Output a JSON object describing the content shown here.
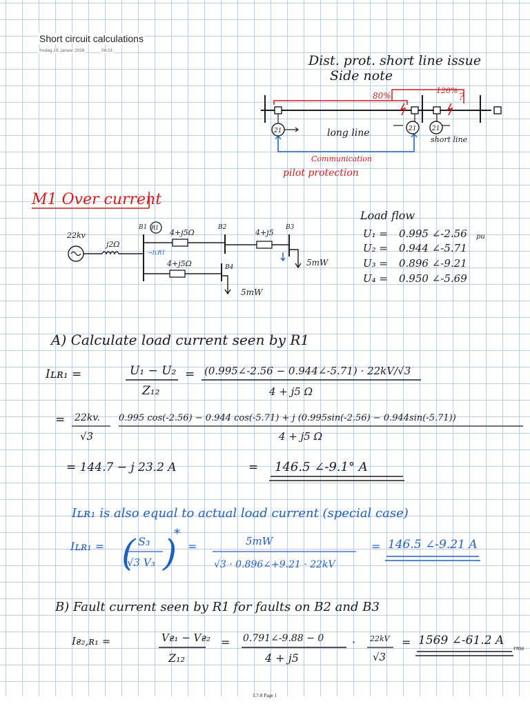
{
  "page": {
    "title": "Short circuit calculations",
    "date": "fredag 19. januar 2018",
    "time": "08.01",
    "footer": "L7-8 Page 1"
  },
  "colors": {
    "ink_black": "#1a1a1a",
    "ink_red": "#d11c1c",
    "ink_blue": "#1f5fc0",
    "grid": "#b9cbe6"
  },
  "side_note": {
    "title_line1": "Dist. prot. short   line   issue",
    "title_line2": "Side note",
    "pct_80": "80%",
    "pct_120": "120%",
    "question": "?",
    "long_line": "long  line",
    "short_line": "short line",
    "relay": "21",
    "comm_line1": "Communication",
    "comm_line2": "pilot  protection"
  },
  "section_m1": {
    "heading": "M1  Over current"
  },
  "circuit": {
    "source_voltage": "22kv",
    "source_impedance": "j2Ω",
    "b1": "B1",
    "relay": "R1",
    "z12": "4+j5Ω",
    "b2": "B2",
    "z23": "4+j5",
    "b3": "B3",
    "current_label": "→IʟR1",
    "z14": "4+j5Ω",
    "b4": "B4",
    "load3": "5mW",
    "load4": "5mW"
  },
  "load_flow": {
    "title": "Load  flow",
    "rows": [
      {
        "name": "U₁ =",
        "value": "0.995  ∠-2.56",
        "unit": "pu"
      },
      {
        "name": "U₂ =",
        "value": "0.944  ∠-5.71",
        "unit": ""
      },
      {
        "name": "U₃ =",
        "value": "0.896  ∠-9.21",
        "unit": ""
      },
      {
        "name": "U₄ =",
        "value": "0.950  ∠-5.69",
        "unit": ""
      }
    ]
  },
  "part_a": {
    "heading": "A)  Calculate  load  current  seen  by  R1",
    "lhs": "Iʟʀ₁  =",
    "frac1_num": "U₁ − U₂",
    "frac1_den": "Z₁₂",
    "eq": "=",
    "frac2_num": "(0.995∠-2.56  −  0.944∠-5.71)  · 22kV/√3",
    "frac2_den": "4 + j5  Ω",
    "line2_eq": "=",
    "line2_pre_num": "22kv.",
    "line2_pre_den": "√3",
    "line2_num": "0.995 cos(-2.56) − 0.944 cos(-5.71) + j (0.995sin(-2.56) − 0.944sin(-5.71))",
    "line2_den": "4 + j5  Ω",
    "line3": "=  144.7  −  j 23.2    A",
    "line3_eq": "=",
    "result": "146.5  ∠-9.1°  A"
  },
  "part_a_note": {
    "statement": "Iʟʀ₁   is   also   equal   to   actual   load   current  (special case)",
    "lhs": "Iʟʀ₁  =",
    "paren_num": "S₃",
    "paren_den": "√3 V₃",
    "star": "*",
    "eq": "=",
    "frac_num": "5mW",
    "frac_den": "√3 · 0.896∠+9.21  · 22kV",
    "eq2": "=",
    "result": "146.5  ∠-9.21   A"
  },
  "part_b": {
    "heading": "B)   Fault   current   seen   by   R1    for   faults   on   B2   and   B3",
    "lhs": "Iғ₂,ʀ₁  =",
    "frac1_num": "Vғ₁ − Vғ₂",
    "frac1_den": "Z₁₂",
    "eq": "=",
    "frac2_num": "0.791∠-9.88  −  0",
    "frac2_den": "4 + j5",
    "dot": "·",
    "frac3_num": "22kV",
    "frac3_den": "√3",
    "eq2": "=",
    "result": "1569 ∠-61.2 A",
    "result_sub": "rms"
  }
}
